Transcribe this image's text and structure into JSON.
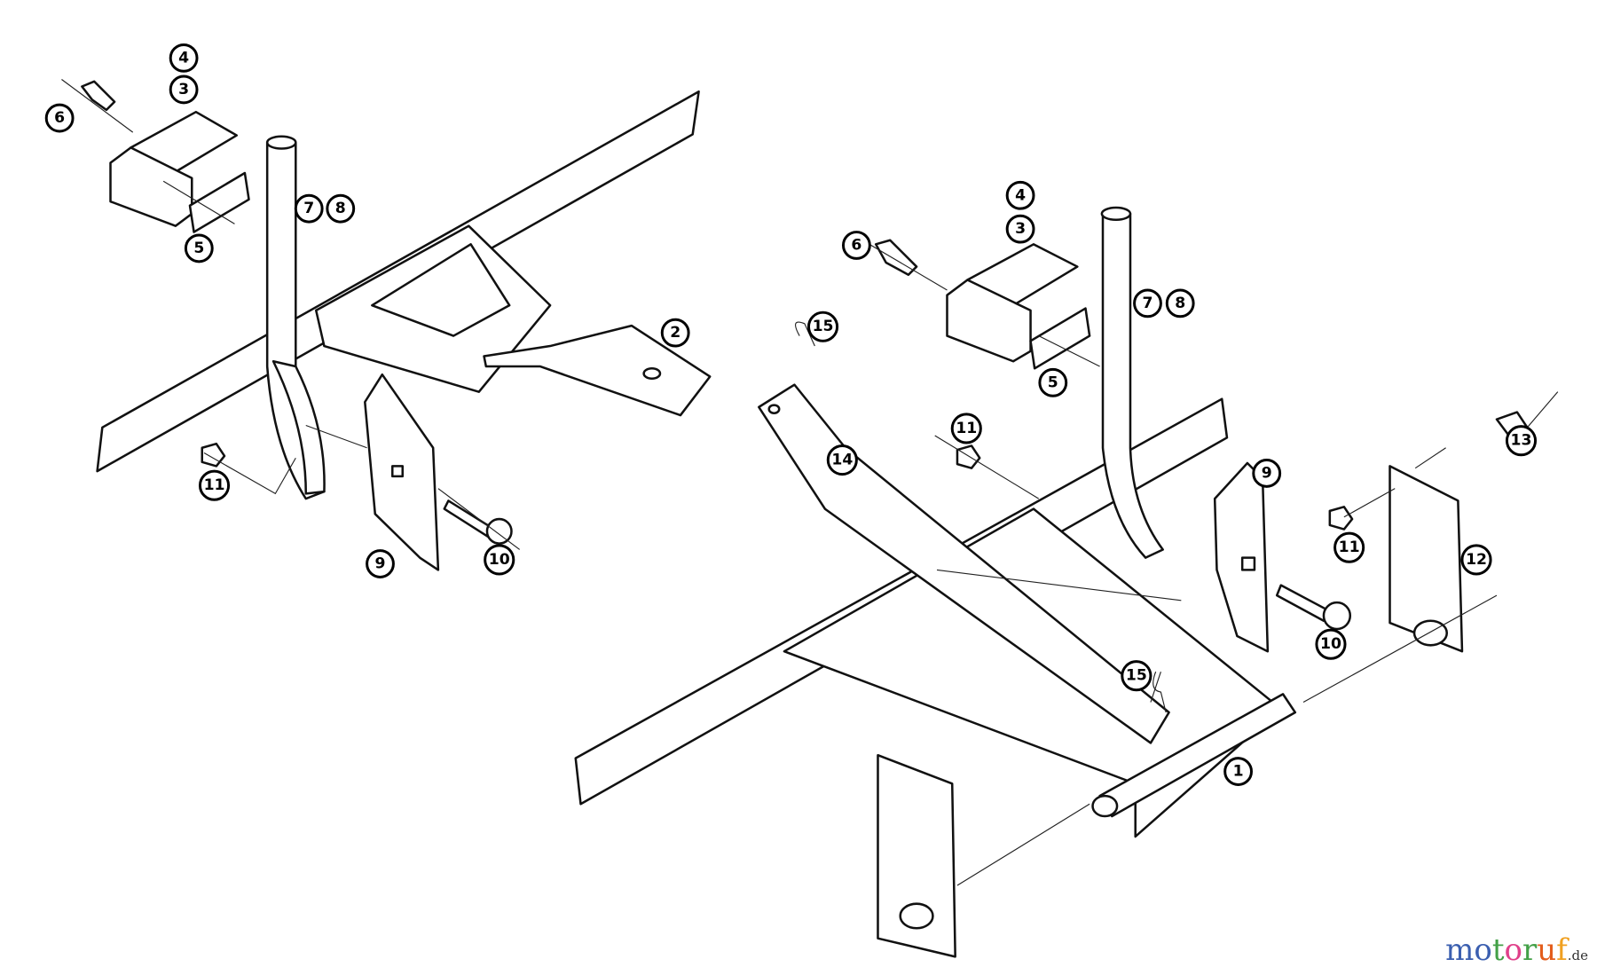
{
  "diagram": {
    "left_assembly_callouts": [
      "4",
      "3",
      "6",
      "7",
      "8",
      "5",
      "2",
      "11",
      "9",
      "10"
    ],
    "right_assembly_callouts": [
      "4",
      "3",
      "6",
      "7",
      "8",
      "15",
      "5",
      "11",
      "14",
      "13",
      "9",
      "11",
      "12",
      "10",
      "15",
      "1"
    ]
  },
  "watermark": {
    "brand": "motoruf",
    "tld": ".de",
    "letter_colors": [
      "#3b5fb0",
      "#3b5fb0",
      "#43a047",
      "#e0408a",
      "#43a047",
      "#e35d1c",
      "#f0a020"
    ]
  }
}
